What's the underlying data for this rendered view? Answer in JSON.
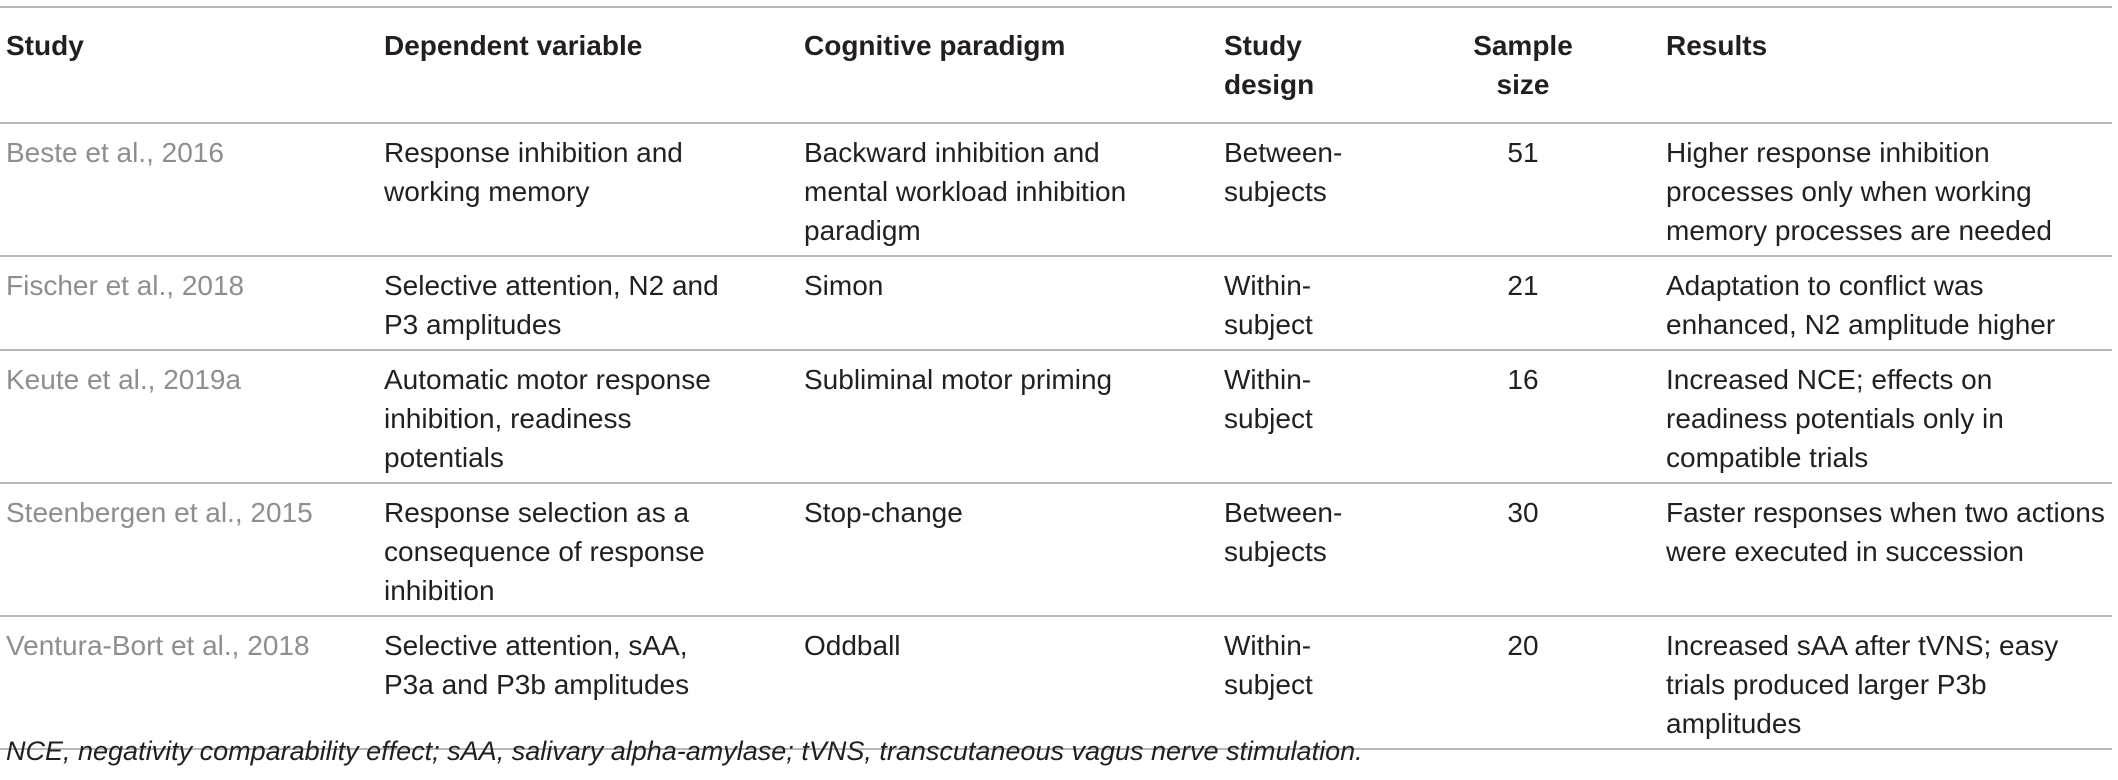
{
  "table": {
    "headers": [
      "Study",
      "Dependent variable",
      "Cognitive paradigm",
      "Study design",
      "Sample size",
      "Results"
    ],
    "rows": [
      {
        "study": "Beste et al., 2016",
        "dependent_variable": "Response inhibition and working memory",
        "paradigm": "Backward inhibition and mental workload inhibition paradigm",
        "design": "Between-subjects",
        "sample_size": "51",
        "results": "Higher response inhibition processes only when working memory processes are needed"
      },
      {
        "study": "Fischer et al., 2018",
        "dependent_variable": "Selective attention, N2 and P3 amplitudes",
        "paradigm": "Simon",
        "design": "Within-subject",
        "sample_size": "21",
        "results": "Adaptation to conflict was enhanced, N2 amplitude higher"
      },
      {
        "study": "Keute et al., 2019a",
        "dependent_variable": "Automatic motor response inhibition, readiness potentials",
        "paradigm": "Subliminal motor priming",
        "design": "Within-subject",
        "sample_size": "16",
        "results": "Increased NCE; effects on readiness potentials only in compatible trials"
      },
      {
        "study": "Steenbergen et al., 2015",
        "dependent_variable": "Response selection as a consequence of response inhibition",
        "paradigm": "Stop-change",
        "design": "Between-subjects",
        "sample_size": "30",
        "results": "Faster responses when two actions were executed in succession"
      },
      {
        "study": "Ventura-Bort et al., 2018",
        "dependent_variable": "Selective attention, sAA, P3a and P3b amplitudes",
        "paradigm": "Oddball",
        "design": "Within-subject",
        "sample_size": "20",
        "results": "Increased sAA after tVNS; easy trials produced larger P3b amplitudes"
      }
    ]
  },
  "footnote": "NCE, negativity comparability effect; sAA, salivary alpha-amylase; tVNS, transcutaneous vagus nerve stimulation."
}
